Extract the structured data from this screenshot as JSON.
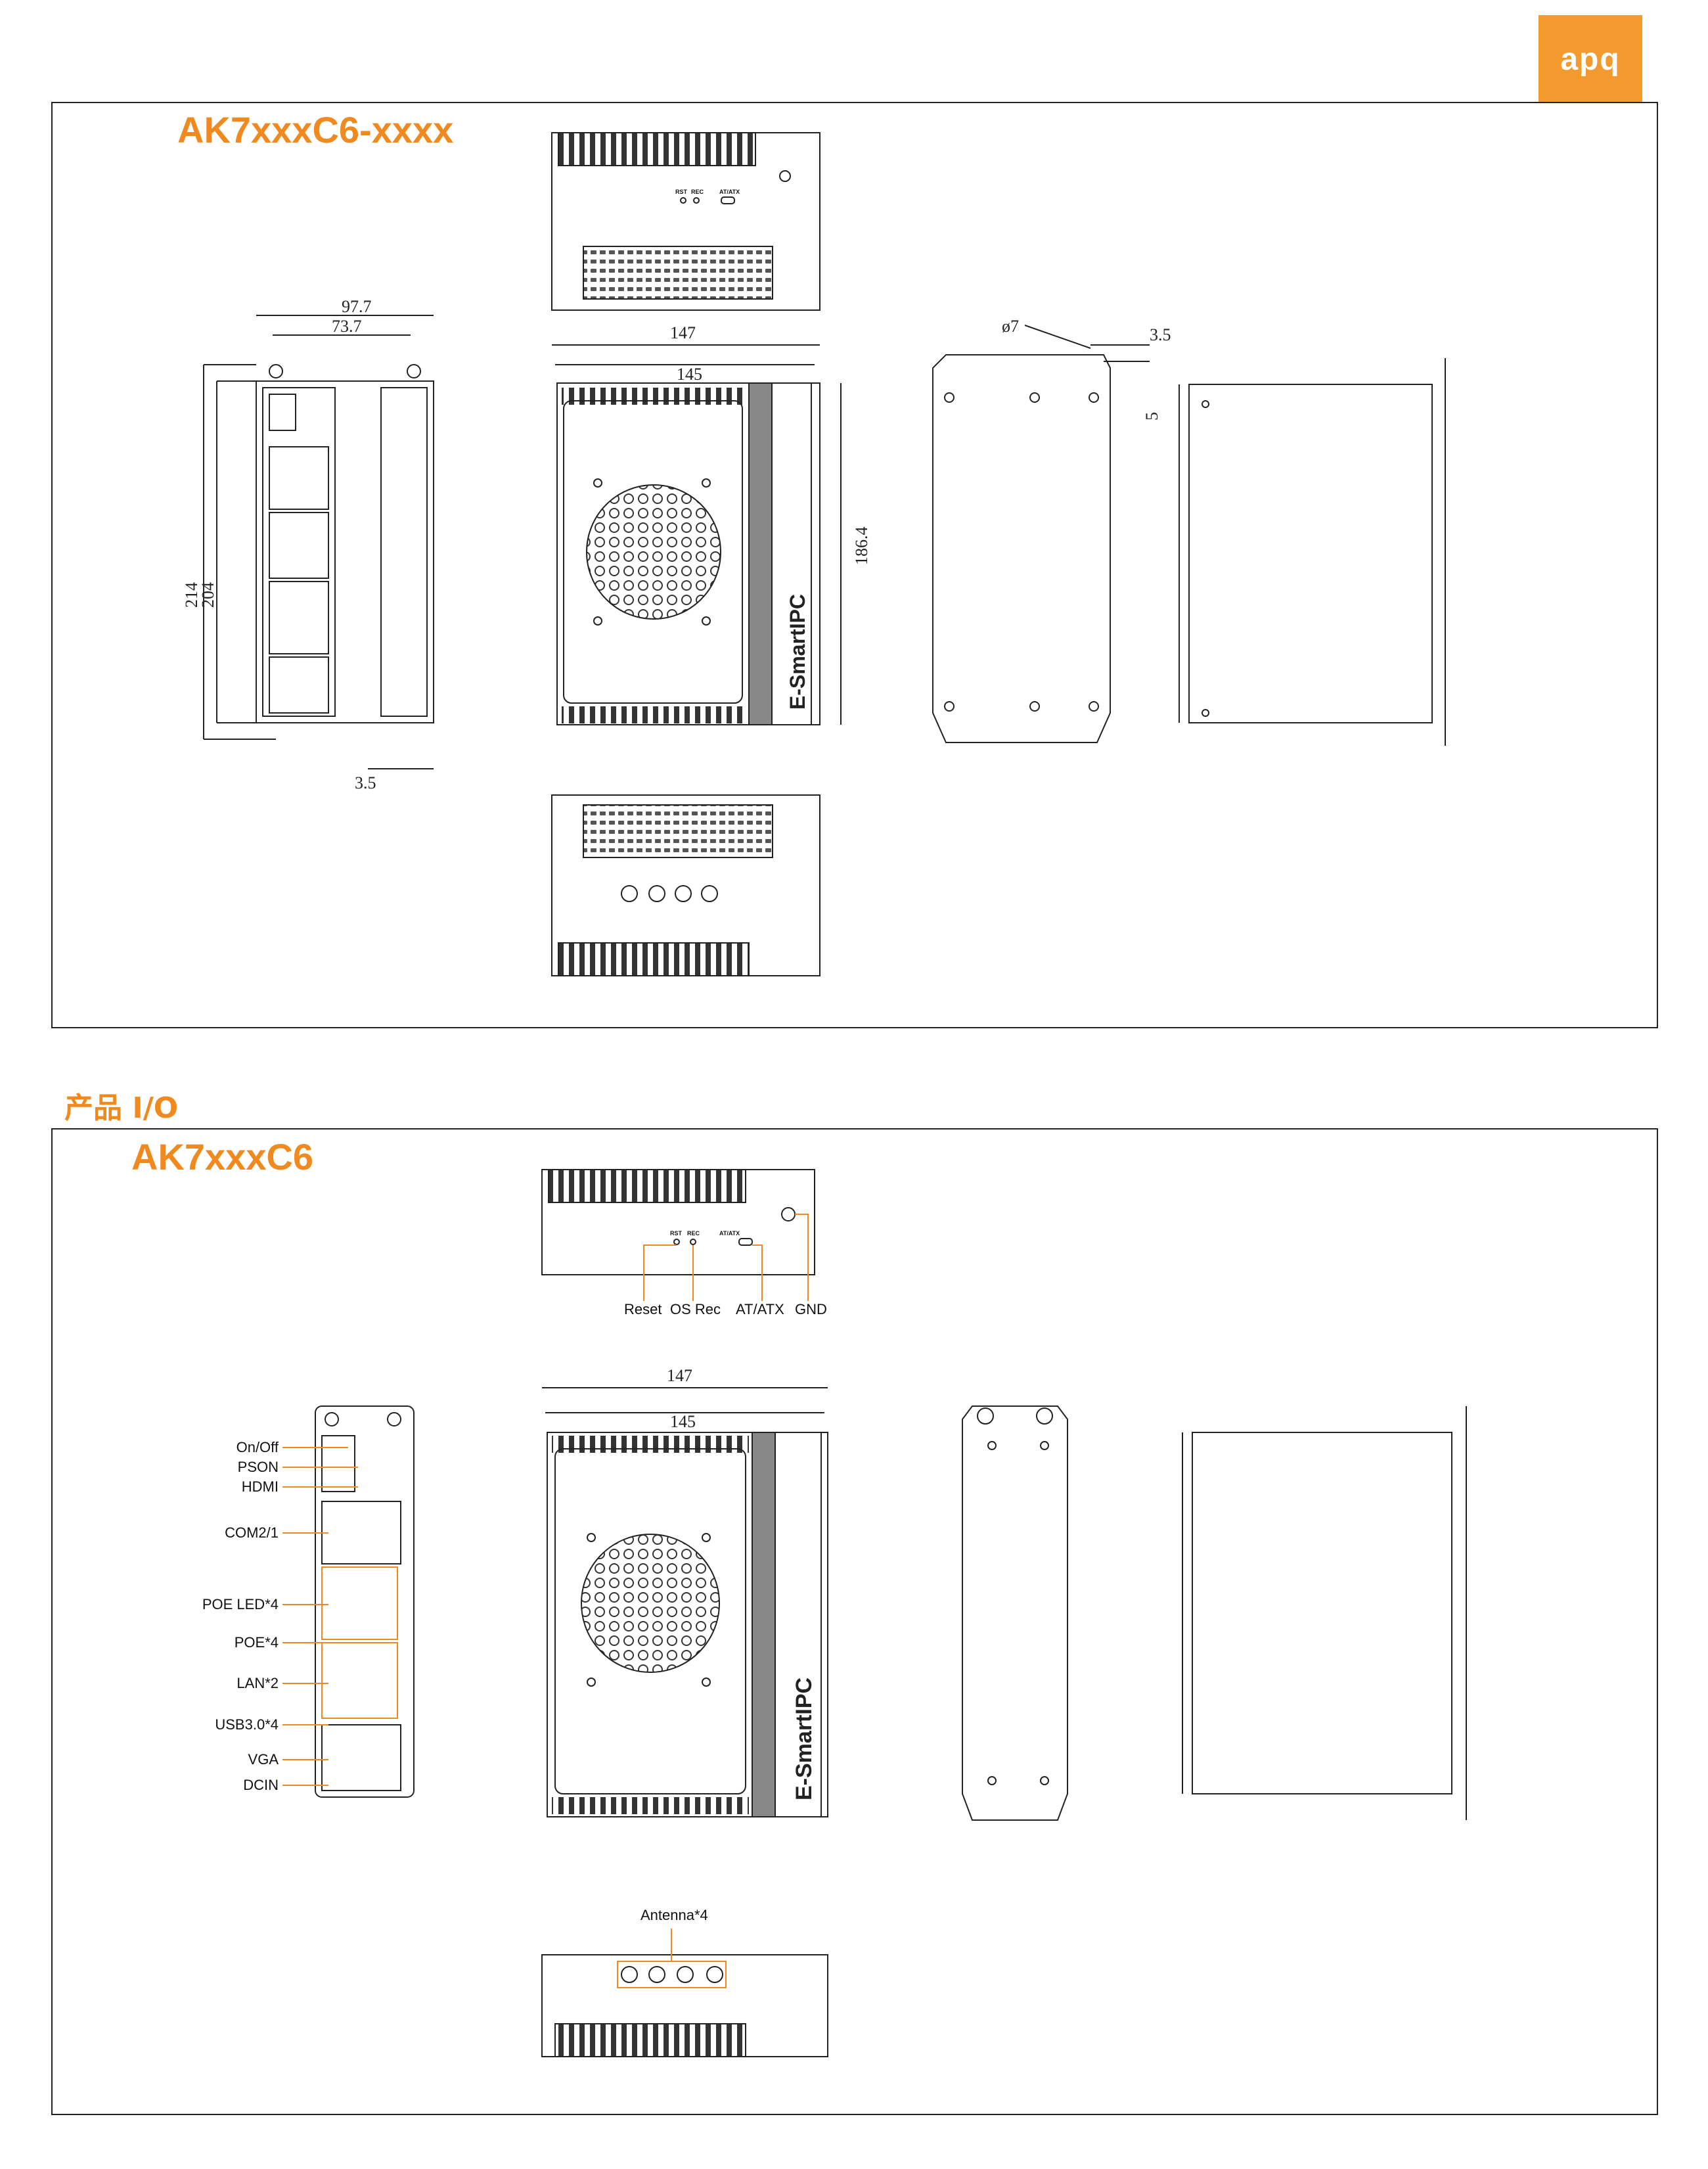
{
  "brand": {
    "logo_text": "apq",
    "color": "#f39a2f"
  },
  "top_section": {
    "model": "AK7xxxC6-xxxx",
    "dims": {
      "w_outer": "97.7",
      "w_inner": "73.7",
      "h_outer": "214",
      "h_inner": "204",
      "foot": "3.5",
      "len_outer": "147",
      "len_inner": "145",
      "depth": "186.4",
      "hole": "ø7",
      "offset_x": "3.5",
      "offset_y": "5"
    },
    "panel_labels": {
      "rst": "RST",
      "rec": "REC",
      "atatx": "AT/ATX",
      "brand_side": "E-SmartIPC"
    }
  },
  "io_section": {
    "heading": "产品 I/O",
    "model": "AK7xxxC6",
    "dims": {
      "len_outer": "147",
      "len_inner": "145"
    },
    "top_callouts": [
      "Reset",
      "OS Rec",
      "AT/ATX",
      "GND"
    ],
    "front_callouts": [
      "On/Off",
      "PSON",
      "HDMI",
      "COM2/1",
      "POE LED*4",
      "POE*4",
      "LAN*2",
      "USB3.0*4",
      "VGA",
      "DCIN"
    ],
    "antenna": "Antenna*4",
    "brand_side": "E-SmartIPC"
  }
}
